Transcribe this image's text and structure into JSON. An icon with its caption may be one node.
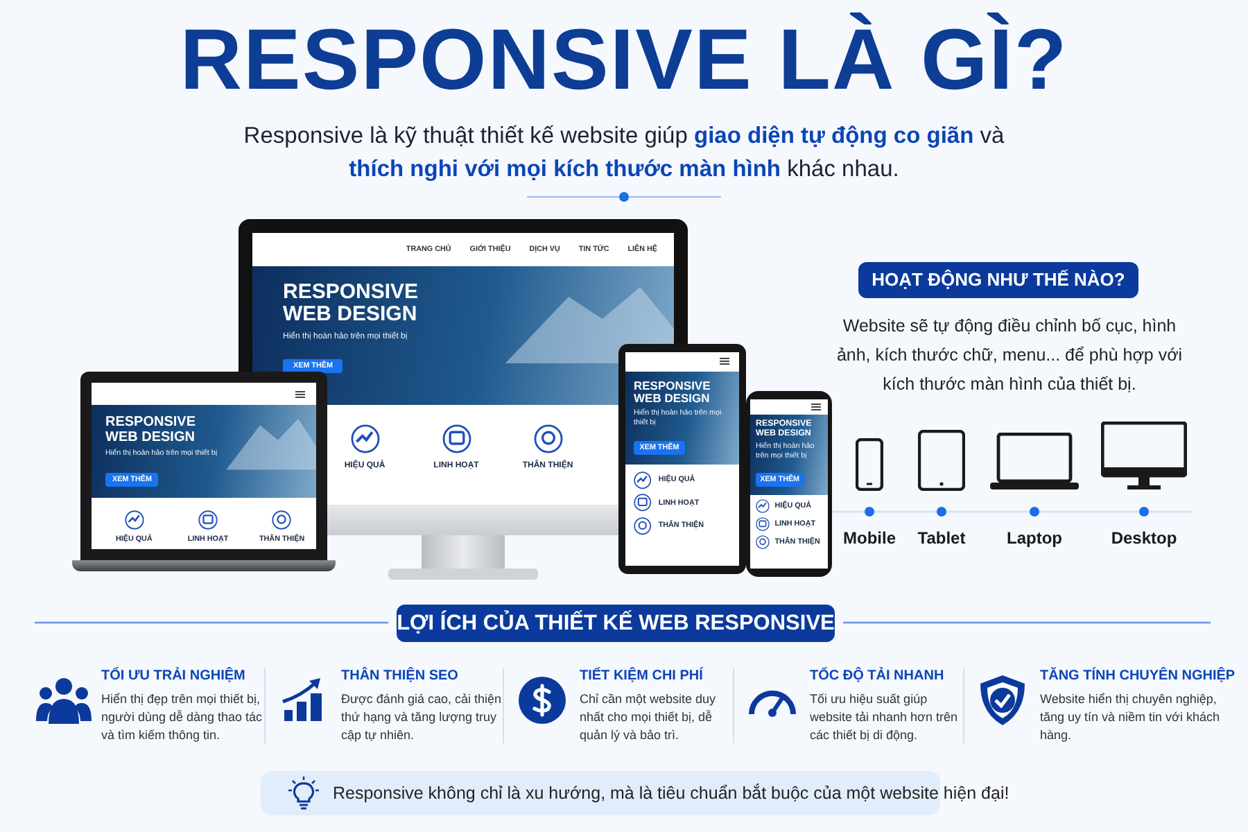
{
  "diagram": {
    "title": "RESPONSIVE LÀ GÌ?",
    "nodes": [
      {
        "text": [
          "TRANG CHỦ",
          "GIỚI THIỆU",
          "DỊCH VỤ",
          "TIN TỨC",
          "LIÊN HỆ",
          "RESPONSIVE WEB DESIGN",
          "Hiển thị hoàn hảo trên mọi thiết bị",
          "XEM THÊM",
          "HIỆU QUẢ",
          "LINH HOẠT",
          "THÂN THIỆN"
        ]
      },
      {
        "text": [
          "RESPONSIVE WEB DESIGN",
          "Hiển thị hoàn hảo trên mọi thiết bị",
          "XEM THÊM",
          "HIỆU QUẢ",
          "LINH HOẠT",
          "THÂN THIỆN"
        ]
      },
      {
        "text": [
          "RESPONSIVE WEB DESIGN",
          "Hiển thị hoàn hảo trên mọi thiết bị",
          "XEM THÊM",
          "HIỆU QUẢ",
          "LINH HOẠT",
          "THÂN THIỆN"
        ]
      },
      {
        "text": [
          "RESPONSIVE WEB DESIGN",
          "Hiển thị hoàn hảo trên mọi thiết bị",
          "XEM THÊM",
          "HIỆU QUẢ",
          "LINH HOẠT",
          "THÂN THIỆN"
        ]
      },
      {
        "text": [
          "HOẠT ĐỘNG NHƯ THẾ NÀO?"
        ]
      },
      {
        "text": [
          "Mobile"
        ]
      },
      {
        "text": [
          "Tablet"
        ]
      },
      {
        "text": [
          "Laptop"
        ]
      },
      {
        "text": [
          "Desktop"
        ]
      },
      {
        "text": [
          "LỢI ÍCH CỦA THIẾT KẾ WEB RESPONSIVE"
        ]
      },
      {
        "text": [
          "TỐI ƯU TRẢI NGHIỆM",
          "Hiển thị đẹp trên mọi thiết bị, người dùng dễ dàng thao tác và tìm kiếm thông tin."
        ]
      },
      {
        "text": [
          "THÂN THIỆN SEO",
          "Được đánh giá cao, cải thiện thứ hạng và tăng lượng truy cập tự nhiên."
        ]
      },
      {
        "text": [
          "TIẾT KIỆM CHI PHÍ",
          "Chỉ cần một website duy nhất cho mọi thiết bị, dễ quản lý và bảo trì."
        ]
      },
      {
        "text": [
          "TỐC ĐỘ TẢI NHANH",
          "Tối ưu hiệu suất giúp website tải nhanh hơn trên các thiết bị di động."
        ]
      },
      {
        "text": [
          "TĂNG TÍNH CHUYÊN NGHIỆP",
          "Website hiển thị chuyên nghiệp, tăng uy tín và niềm tin với khách hàng."
        ]
      },
      {
        "text": [
          "Responsive không chỉ là xu hướng, mà là tiêu chuẩn bắt buộc của một website hiện đại!"
        ]
      }
    ],
    "labels": [
      "Responsive là kỹ thuật thiết kế website giúp **giao diện tự động co giãn** và **thích nghi với mọi kích thước màn hình** khác nhau.",
      "Website sẽ tự động điều chỉnh bố cục, hình ảnh, kích thước chữ, menu... để phù hợp với kích thước màn hình của thiết bị."
    ]
  }
}
